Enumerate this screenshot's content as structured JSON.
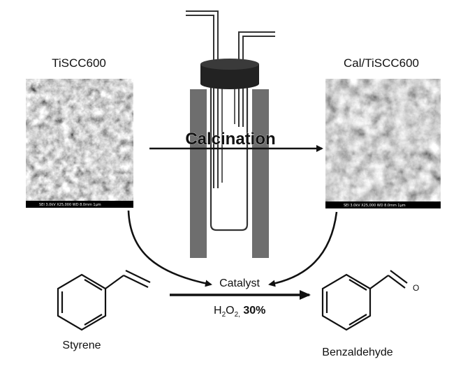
{
  "labels": {
    "left_sample": "TiSCC600",
    "right_sample": "Cal/TiSCC600",
    "process": "Calcination",
    "catalyst": "Catalyst",
    "oxidant": {
      "prefix": "H",
      "sub1": "2",
      "mid": "O",
      "sub2": "2,",
      "suffix": " 30%"
    },
    "reactant": "Styrene",
    "product": "Benzaldehyde",
    "carbonyl_oxygen": "O"
  },
  "sem_left": {
    "scale_bar_text": "SEI   3.0kV   X25,000   WD 8.0mm       1µm"
  },
  "sem_right": {
    "scale_bar_text": "SEI   3.0kV   X25,000   WD 8.0mm       1µm"
  },
  "colors": {
    "furnace_wall": "#6e6e6e",
    "stopper": "#222222",
    "tube": "#333333",
    "arrow": "#111111"
  }
}
